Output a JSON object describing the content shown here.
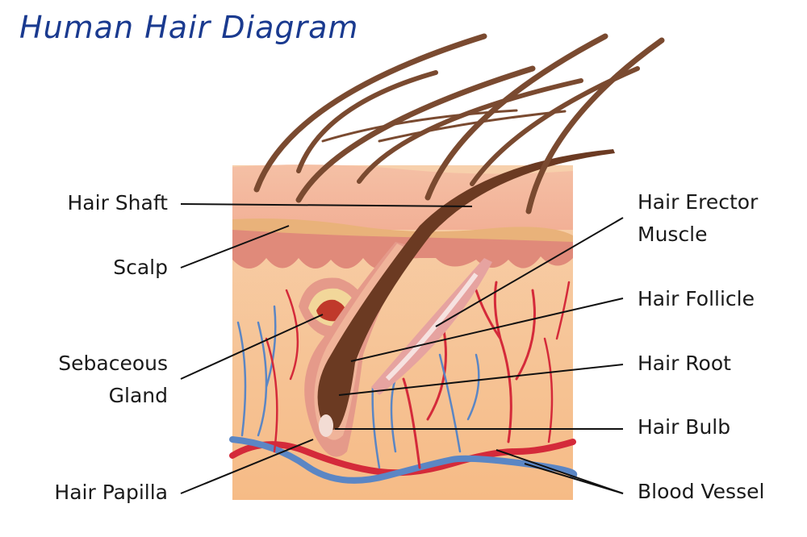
{
  "title": "Human Hair Diagram",
  "colors": {
    "title": "#1a3a8f",
    "hair": "#7a4a30",
    "epidermis": "#f4b89e",
    "dermis": "#f7c99a",
    "artery": "#d42a3a",
    "vein": "#5b86c4"
  },
  "labels": {
    "left": [
      {
        "id": "hair-shaft",
        "lines": [
          "Hair Shaft"
        ]
      },
      {
        "id": "scalp",
        "lines": [
          "Scalp"
        ]
      },
      {
        "id": "sebaceous-gland",
        "lines": [
          "Sebaceous",
          "Gland"
        ]
      },
      {
        "id": "hair-papilla",
        "lines": [
          "Hair Papilla"
        ]
      }
    ],
    "right": [
      {
        "id": "hair-erector-muscle",
        "lines": [
          "Hair Erector",
          "Muscle"
        ]
      },
      {
        "id": "hair-follicle",
        "lines": [
          "Hair Follicle"
        ]
      },
      {
        "id": "hair-root",
        "lines": [
          "Hair Root"
        ]
      },
      {
        "id": "hair-bulb",
        "lines": [
          "Hair Bulb"
        ]
      },
      {
        "id": "blood-vessel",
        "lines": [
          "Blood Vessel"
        ]
      }
    ]
  }
}
